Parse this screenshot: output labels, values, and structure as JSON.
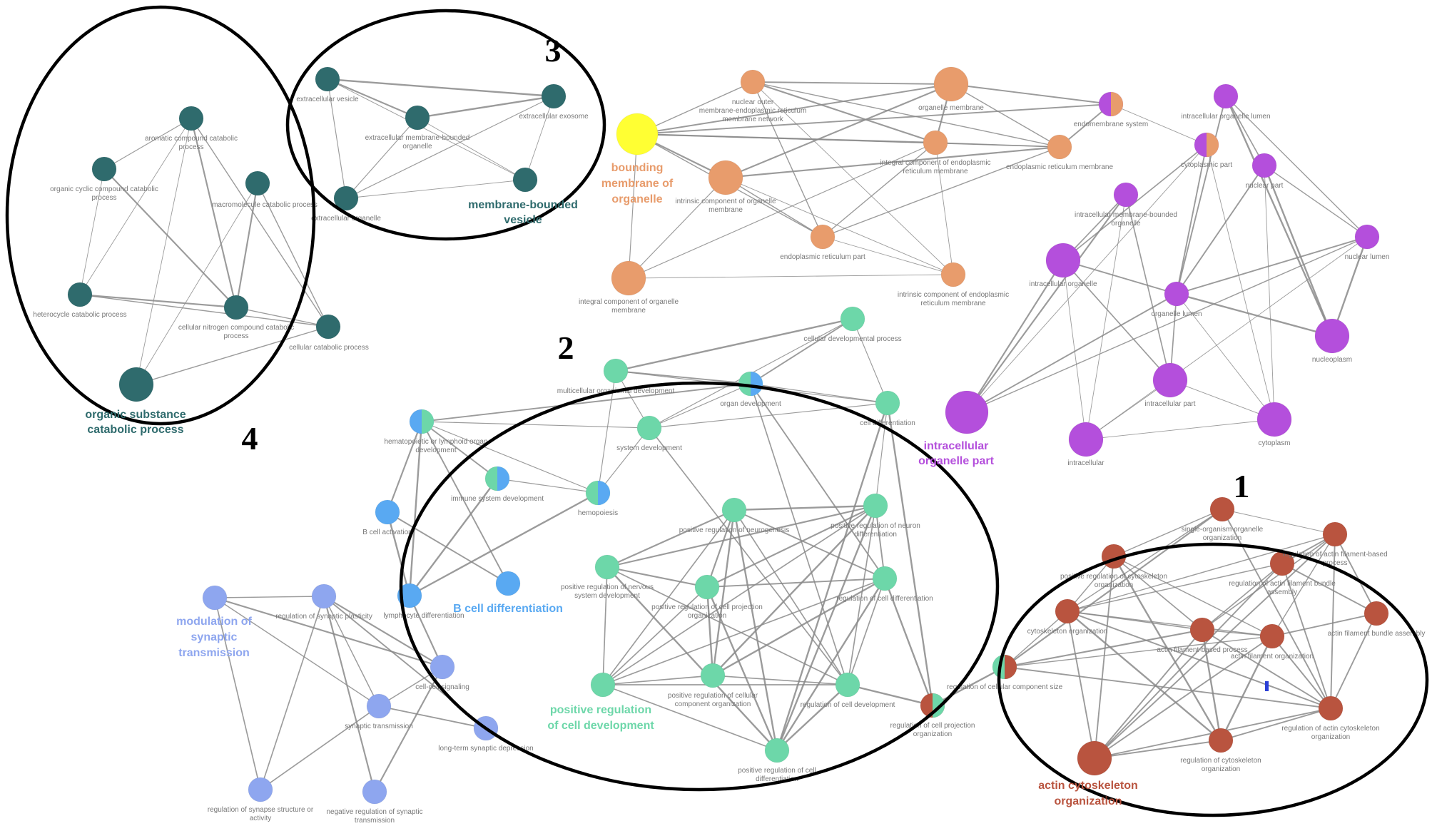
{
  "colors": {
    "background": "#ffffff",
    "edge": "#8a8a8a",
    "teal_dark": "#2f6b6d",
    "orange": "#e89c6c",
    "yellow": "#ffff33",
    "purple": "#b44fdc",
    "green": "#6dd7a9",
    "blue": "#59a9f2",
    "periwinkle": "#8ea6ef",
    "brown": "#b9543f",
    "cluster_outline": "#000000"
  },
  "cluster_numbers": [
    "1",
    "2",
    "3",
    "4"
  ],
  "cluster_labels": {
    "organic_substance": [
      "organic substance",
      "catabolic process"
    ],
    "membrane_bounded": [
      "membrane-bounded",
      "vesicle"
    ],
    "bounding_membrane": [
      "bounding",
      "membrane of",
      "organelle"
    ],
    "intracellular_part": [
      "intracellular",
      "organelle part"
    ],
    "b_cell": [
      "B cell differentiation"
    ],
    "modulation": [
      "modulation of",
      "synaptic",
      "transmission"
    ],
    "positive_regulation": [
      "positive regulation",
      "of cell development"
    ],
    "actin": [
      "actin cytoskeleton",
      "organization"
    ]
  },
  "node_labels": {
    "t1": [
      "aromatic compound catabolic",
      "process"
    ],
    "t2": [
      "organic cyclic compound catabolic",
      "process"
    ],
    "t3": [
      "macromolecule catabolic process"
    ],
    "t4": [
      "heterocycle catabolic process"
    ],
    "t5": [
      "cellular nitrogen compound catabolic",
      "process"
    ],
    "t6": [
      "cellular catabolic process"
    ],
    "m1": [
      "extracellular vesicle"
    ],
    "m2": [
      "extracellular membrane-bounded",
      "organelle"
    ],
    "m3": [
      "extracellular exosome"
    ],
    "m4": [
      "extracellular organelle"
    ],
    "o1": [
      "nuclear outer",
      "membrane-endoplasmic reticulum",
      "membrane network"
    ],
    "o2": [
      "organelle membrane"
    ],
    "o3": [
      "integral component of endoplasmic",
      "reticulum membrane"
    ],
    "o4": [
      "endoplasmic reticulum membrane"
    ],
    "o5": [
      "intrinsic component of organelle",
      "membrane"
    ],
    "o6": [
      "endoplasmic reticulum part"
    ],
    "o7": [
      "integral component of organelle",
      "membrane"
    ],
    "o8": [
      "intrinsic component of endoplasmic",
      "reticulum membrane"
    ],
    "p1": [
      "endomembrane system"
    ],
    "p2": [
      "intracellular organelle lumen"
    ],
    "p3": [
      "cytoplasmic part"
    ],
    "p4": [
      "nuclear part"
    ],
    "p5": [
      "intracellular membrane-bounded",
      "organelle"
    ],
    "p6": [
      "intracellular organelle"
    ],
    "p7": [
      "nuclear lumen"
    ],
    "p8": [
      "organelle lumen"
    ],
    "p9": [
      "nucleoplasm"
    ],
    "p10": [
      "intracellular part"
    ],
    "p11": [
      "cytoplasm"
    ],
    "p12": [
      "intracellular"
    ],
    "g1": [
      "cellular developmental process"
    ],
    "g2": [
      "multicellular organismal development"
    ],
    "g3": [
      "organ development"
    ],
    "g4": [
      "cell differentiation"
    ],
    "g5": [
      "system development"
    ],
    "g6": [
      "hematopoietic or lymphoid organ",
      "development"
    ],
    "g7": [
      "immune system development"
    ],
    "g8": [
      "hemopoiesis"
    ],
    "g9": [
      "positive regulation of neurogenesis"
    ],
    "g10": [
      "positive regulation of neuron",
      "differentiation"
    ],
    "g11": [
      "positive regulation of nervous",
      "system development"
    ],
    "g12": [
      "positive regulation of cell projection",
      "organization"
    ],
    "g13": [
      "regulation of cell differentiation"
    ],
    "g14": [
      "positive regulation of cellular",
      "component organization"
    ],
    "g15": [
      "regulation of cell development"
    ],
    "g16": [
      "positive regulation of cell",
      "differentiation"
    ],
    "b1": [
      "B cell activation"
    ],
    "b2": [
      "lymphocyte differentiation"
    ],
    "v1": [
      "regulation of synaptic plasticity"
    ],
    "v2": [
      "cell-cell signaling"
    ],
    "v3": [
      "synaptic transmission"
    ],
    "v4": [
      "long-term synaptic depression"
    ],
    "v5": [
      "regulation of synapse structure or",
      "activity"
    ],
    "v6": [
      "negative regulation of synaptic",
      "transmission"
    ],
    "r1": [
      "single-organism organelle",
      "organization"
    ],
    "r2": [
      "regulation of actin filament-based",
      "process"
    ],
    "r3": [
      "positive regulation of cytoskeleton",
      "organization"
    ],
    "r4": [
      "regulation of actin filament bundle",
      "assembly"
    ],
    "r5": [
      "cytoskeleton organization"
    ],
    "r6": [
      "actin filament-based process"
    ],
    "r7": [
      "actin filament organization"
    ],
    "r8": [
      "actin filament bundle assembly"
    ],
    "r9": [
      "regulation of cellular component size"
    ],
    "r10": [
      "regulation of cell projection",
      "organization"
    ],
    "r11": [
      "regulation of cytoskeleton",
      "organization"
    ],
    "r12": [
      "regulation of actin cytoskeleton",
      "organization"
    ]
  }
}
